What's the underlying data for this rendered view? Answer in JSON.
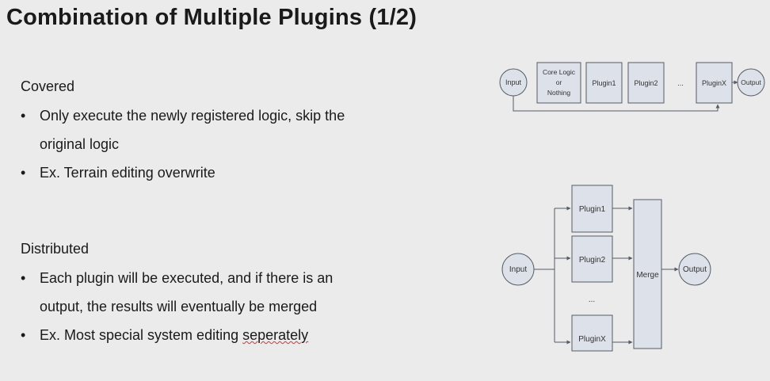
{
  "title": "Combination of Multiple Plugins (1/2)",
  "covered": {
    "heading": "Covered",
    "bullets": [
      "Only execute the newly registered logic, skip the original logic",
      "Ex. Terrain editing overwrite"
    ]
  },
  "distributed": {
    "heading": "Distributed",
    "bullets": [
      "Each plugin will be executed, and if there is an output, the results will eventually be merged",
      "Ex. Most special system editing "
    ],
    "misspelled_word": "seperately"
  },
  "diagram_covered": {
    "input": "Input",
    "core_lines": [
      "Core Logic",
      "or",
      "Nothing"
    ],
    "plugins": [
      "Plugin1",
      "Plugin2"
    ],
    "ellipsis": "...",
    "last_plugin": "PluginX",
    "output": "Output"
  },
  "diagram_distributed": {
    "input": "Input",
    "plugins": [
      "Plugin1",
      "Plugin2"
    ],
    "ellipsis": "...",
    "last_plugin": "PluginX",
    "merge": "Merge",
    "output": "Output"
  },
  "colors": {
    "box_fill": "#dde2ea",
    "stroke": "#555c66",
    "background": "#ebebeb"
  }
}
